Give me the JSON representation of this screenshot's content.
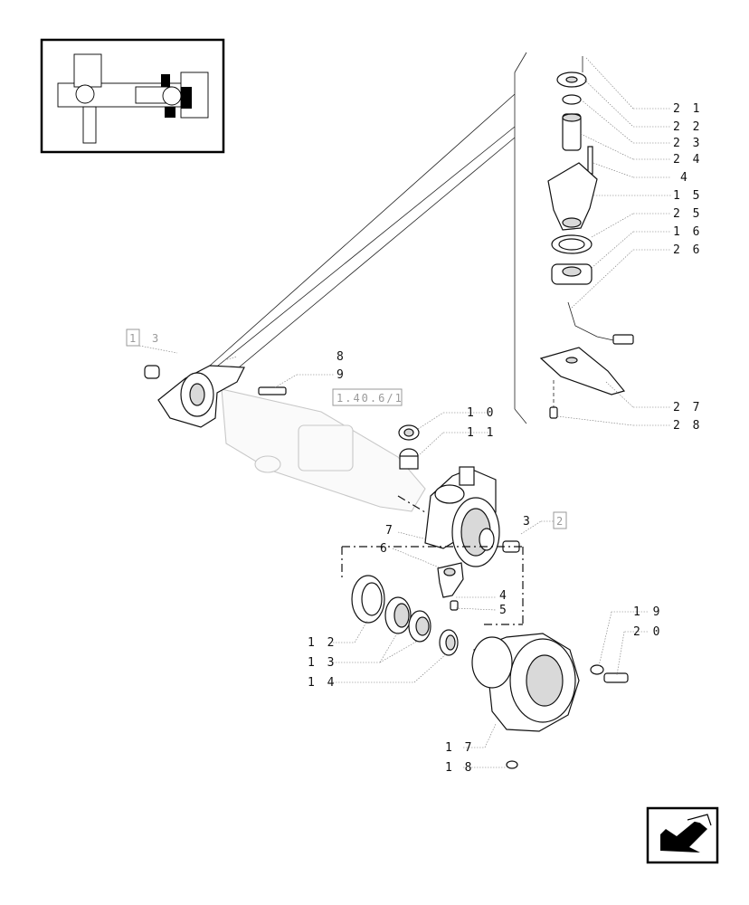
{
  "thumbnail": {
    "icon": "axle-assembly-thumbnail"
  },
  "callouts": [
    {
      "id": "c21",
      "label": "2 1"
    },
    {
      "id": "c22",
      "label": "2 2"
    },
    {
      "id": "c23",
      "label": "2 3"
    },
    {
      "id": "c24",
      "label": "2 4"
    },
    {
      "id": "c4a",
      "label": "4"
    },
    {
      "id": "c15",
      "label": "1 5"
    },
    {
      "id": "c25",
      "label": "2 5"
    },
    {
      "id": "c16",
      "label": "1 6"
    },
    {
      "id": "c26",
      "label": "2 6"
    },
    {
      "id": "c27",
      "label": "2 7"
    },
    {
      "id": "c28",
      "label": "2 8"
    },
    {
      "id": "c8",
      "label": "8"
    },
    {
      "id": "c9",
      "label": "9"
    },
    {
      "id": "c10",
      "label": "1 0"
    },
    {
      "id": "c11",
      "label": "1 1"
    },
    {
      "id": "c7",
      "label": "7"
    },
    {
      "id": "c6",
      "label": "6"
    },
    {
      "id": "c3",
      "label": "3"
    },
    {
      "id": "c4b",
      "label": "4"
    },
    {
      "id": "c5",
      "label": "5"
    },
    {
      "id": "c12",
      "label": "1 2"
    },
    {
      "id": "c13",
      "label": "1 3"
    },
    {
      "id": "c14",
      "label": "1 4"
    },
    {
      "id": "c19",
      "label": "1 9"
    },
    {
      "id": "c20",
      "label": "2 0"
    },
    {
      "id": "c17",
      "label": "1 7"
    },
    {
      "id": "c18",
      "label": "1 8"
    }
  ],
  "refs": {
    "box_1": "1",
    "box_1_3": "3",
    "box_2": "2",
    "page_ref": "1.40.6/1"
  },
  "nav": {
    "icon": "next-page-arrow-icon"
  }
}
